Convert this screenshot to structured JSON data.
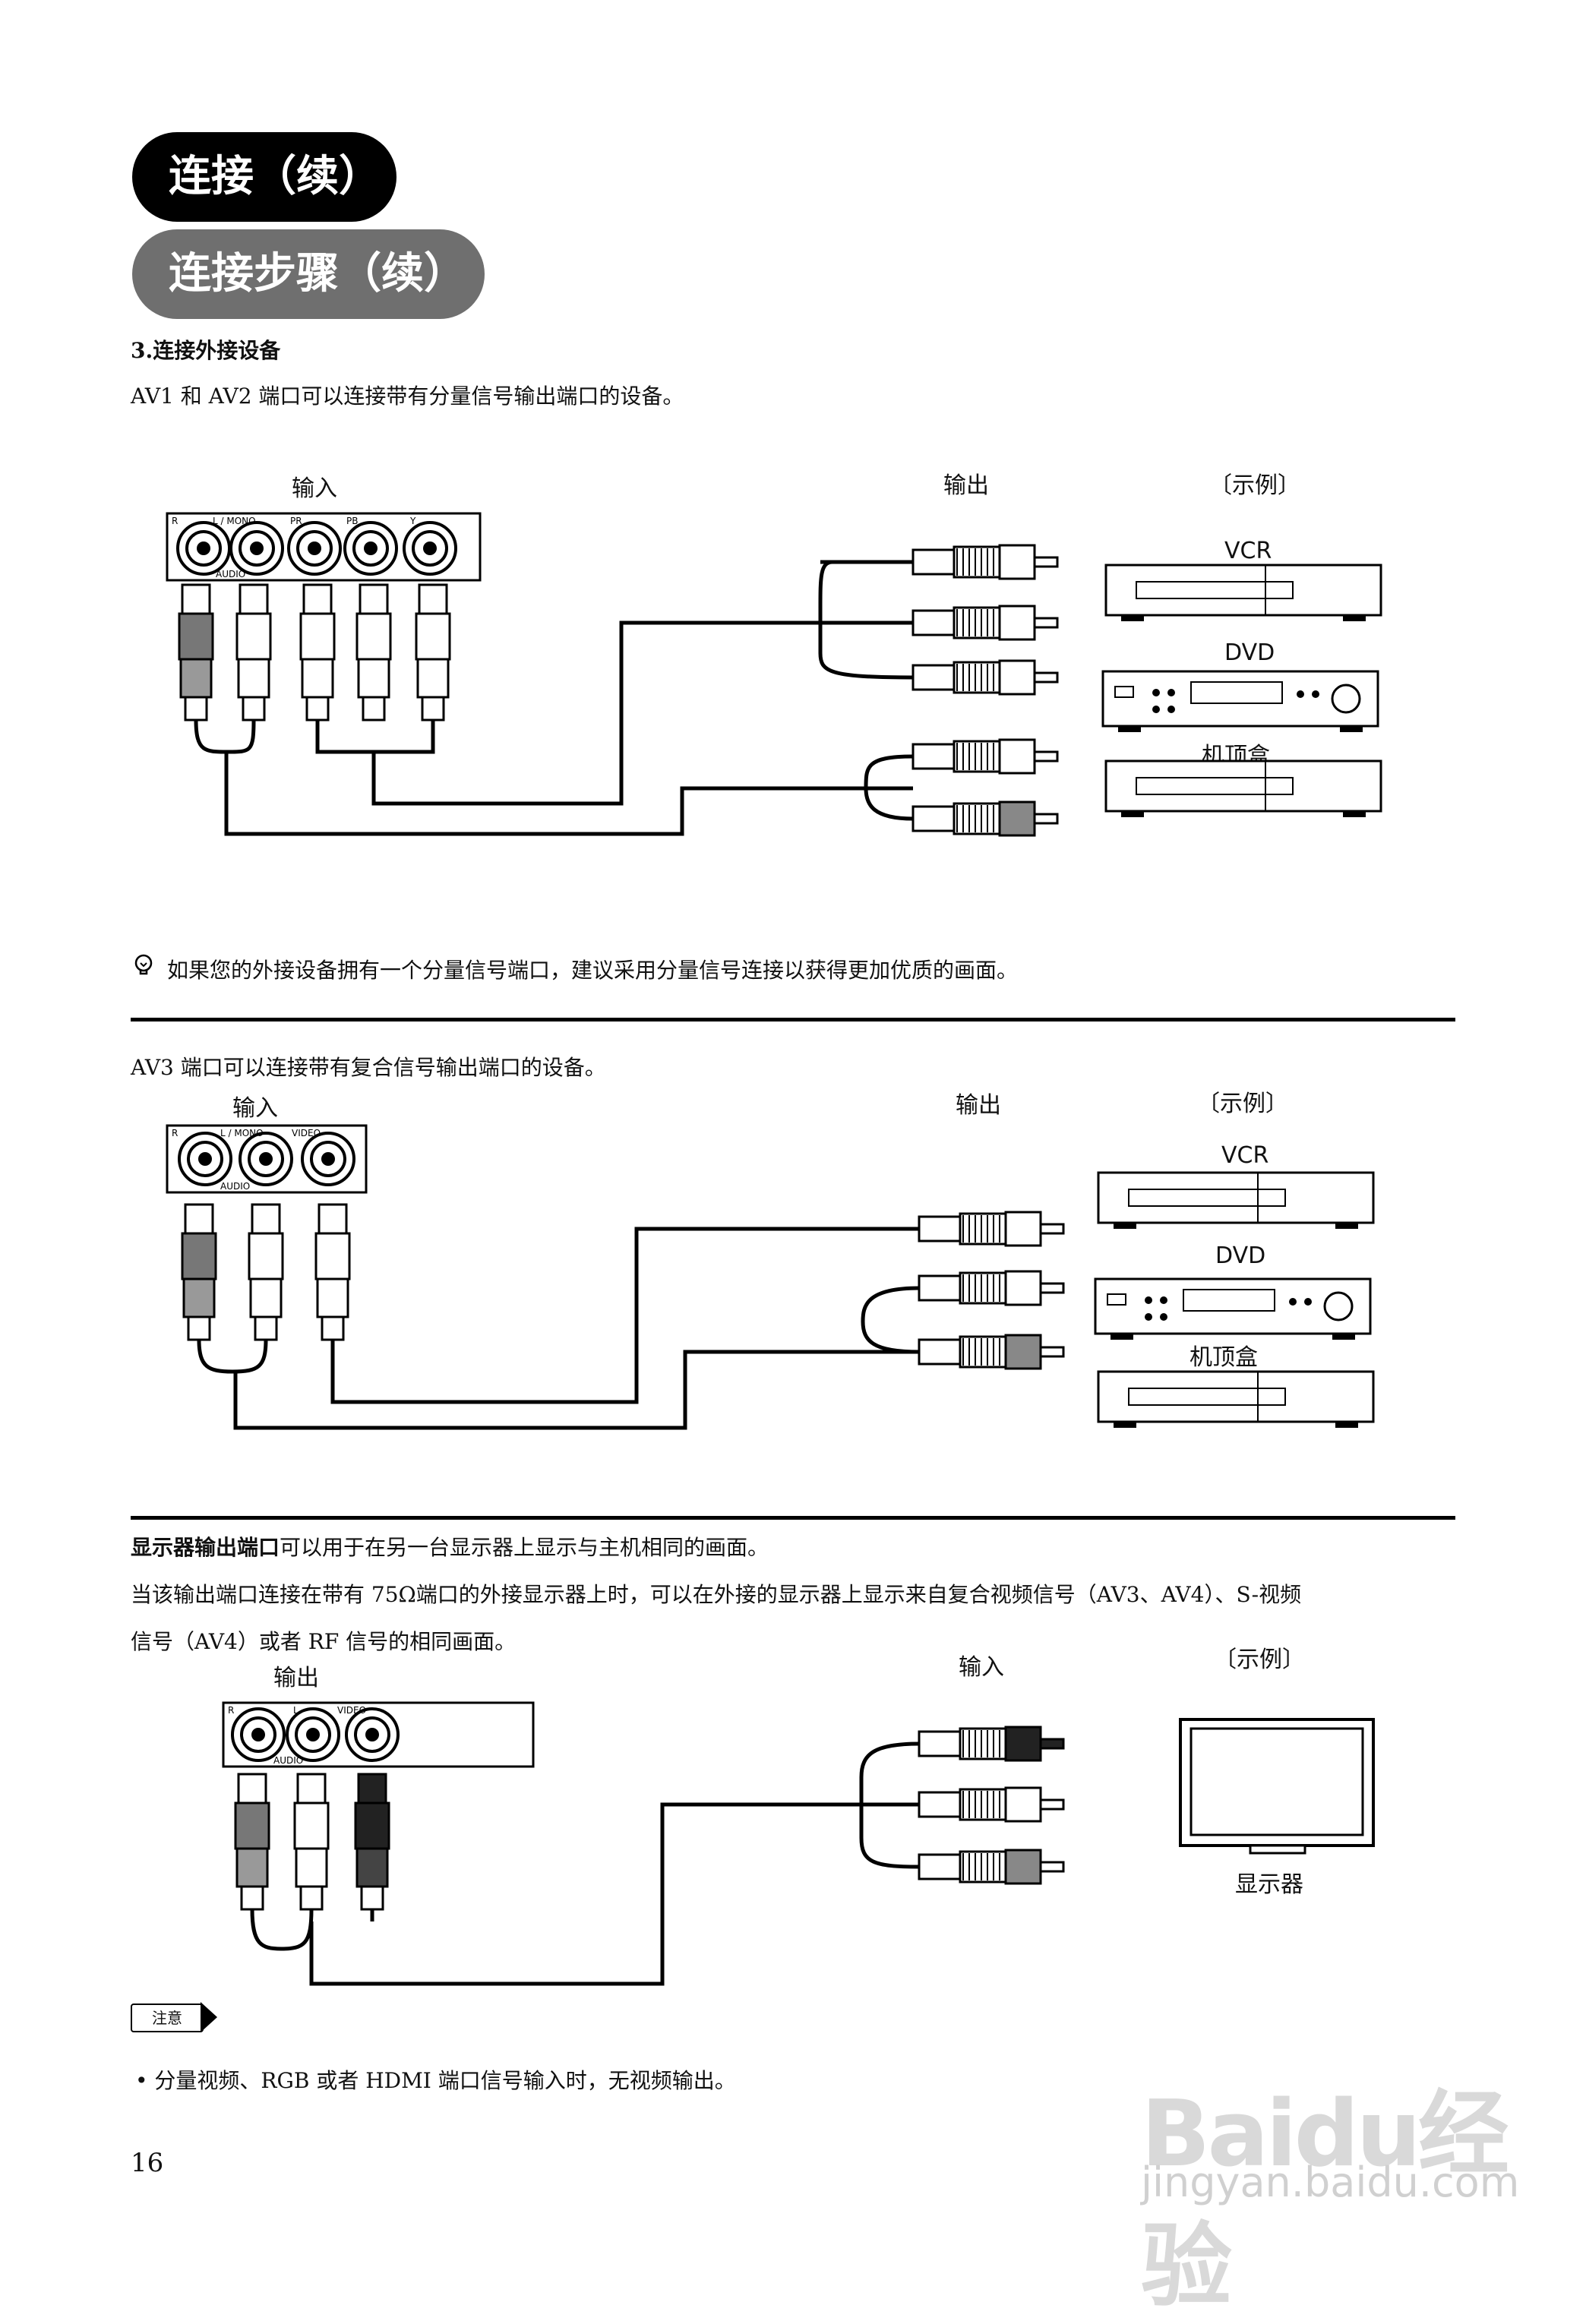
{
  "header": {
    "title": "连接（续）",
    "subtitle": "连接步骤（续）"
  },
  "section1": {
    "heading": "3.连接外接设备",
    "desc": "AV1 和 AV2 端口可以连接带有分量信号输出端口的设备。",
    "label_input": "输入",
    "label_output": "输出",
    "label_example": "〔示例〕",
    "devices": [
      "VCR",
      "DVD",
      "机顶盒"
    ],
    "tip": "如果您的外接设备拥有一个分量信号端口，建议采用分量信号连接以获得更加优质的画面。"
  },
  "section2": {
    "desc": "AV3 端口可以连接带有复合信号输出端口的设备。",
    "label_input": "输入",
    "label_output": "输出",
    "label_example": "〔示例〕",
    "devices": [
      "VCR",
      "DVD",
      "机顶盒"
    ]
  },
  "section3": {
    "desc_bold": "显示器输出端口",
    "desc_rest": "可以用于在另一台显示器上显示与主机相同的画面。",
    "line2": "当该输出端口连接在带有 75Ω端口的外接显示器上时，可以在外接的显示器上显示来自复合视频信号（AV3、AV4）、S-视频",
    "line3": "信号（AV4）或者 RF 信号的相同画面。",
    "label_output": "输出",
    "label_input": "输入",
    "label_example": "〔示例〕",
    "device": "显示器"
  },
  "panel_labels": {
    "p1": [
      "R",
      "L / MONO",
      "PR",
      "PB",
      "Y",
      "AUDIO"
    ],
    "p2": [
      "R",
      "L / MONO",
      "VIDEO",
      "AUDIO"
    ],
    "p3": [
      "R",
      "L",
      "VIDEO",
      "AUDIO"
    ]
  },
  "note": {
    "badge": "注意",
    "text": "• 分量视频、RGB 或者 HDMI 端口信号输入时，无视频输出。"
  },
  "page_number": "16",
  "watermark": {
    "logo": "Baidu经验",
    "url": "jingyan.baidu.com"
  }
}
